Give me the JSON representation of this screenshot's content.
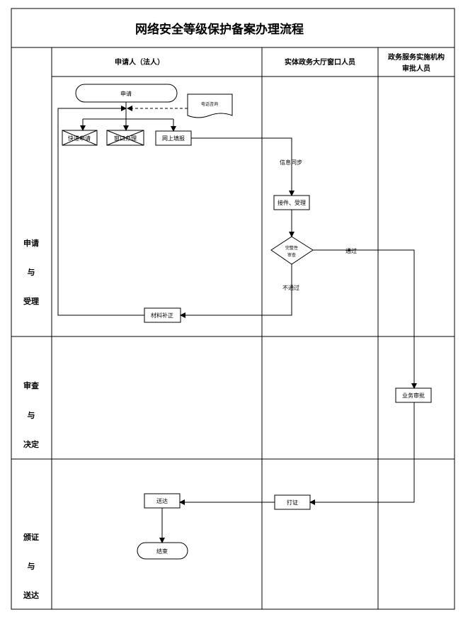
{
  "title": "网络安全等级保护备案办理流程",
  "lanes": {
    "applicant": "申请人（法人）",
    "window_staff": "实体政务大厅窗口人员",
    "approver_line1": "政务服务实施机构",
    "approver_line2": "审批人员"
  },
  "stages": {
    "apply": [
      "申请",
      "与",
      "受理"
    ],
    "review": [
      "审查",
      "与",
      "决定"
    ],
    "deliver": [
      "颁证",
      "与",
      "送达"
    ]
  },
  "nodes": {
    "apply": "申请",
    "phone_consult": "电话咨询",
    "express": "快递申请",
    "window": "窗口办理",
    "online": "网上填报",
    "sync": "信息同步",
    "receive": "接件、受理",
    "decision_line1": "完整性",
    "decision_line2": "审查",
    "pass": "通过",
    "not_pass": "不通过",
    "supplement": "材料补正",
    "approval": "业务审批",
    "print": "打证",
    "deliver": "送达",
    "end": "结束"
  }
}
